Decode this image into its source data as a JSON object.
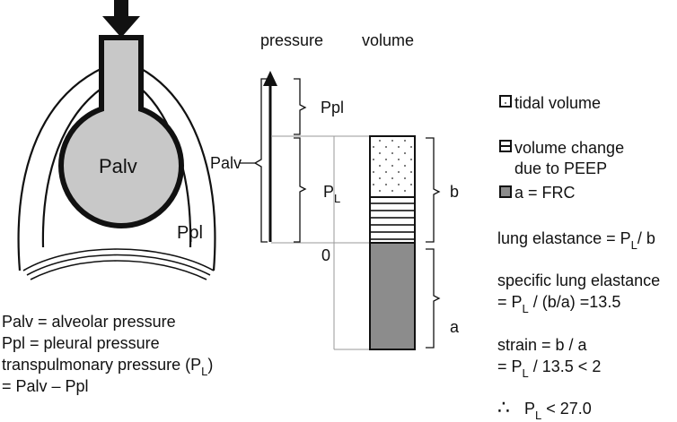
{
  "lung": {
    "alveolus_label": "Palv",
    "pleural_label": "Ppl"
  },
  "column_headers": {
    "pressure": "pressure",
    "volume": "volume"
  },
  "pressure_axis": {
    "zero_label": "0",
    "ppl_bracket": "Ppl",
    "pl_bracket_main": "P",
    "pl_bracket_sub": "L",
    "palv_bracket": "Palv"
  },
  "volume_brackets": {
    "b": "b",
    "a": "a"
  },
  "legend": [
    {
      "key": "tidal",
      "icon": "dotted-square-icon",
      "line1": "tidal volume",
      "line2": ""
    },
    {
      "key": "peep",
      "icon": "striped-square-icon",
      "line1": "volume change",
      "line2": "due to PEEP"
    },
    {
      "key": "frc",
      "icon": "gray-square-icon",
      "line1": "a = FRC",
      "line2": ""
    }
  ],
  "equations": {
    "lung_elastance_pre": "lung elastance = P",
    "lung_elastance_sub": "L",
    "lung_elastance_post": "/ b",
    "specific_title": "specific lung elastance",
    "specific_pre": "= P",
    "specific_sub": "L",
    "specific_post": " / (b/a) =13.5",
    "strain_title": "strain = b / a",
    "strain_pre": "= P",
    "strain_sub": "L",
    "strain_post": " / 13.5 < 2",
    "therefore_symbol": "∴",
    "result_pre": "P",
    "result_sub": "L",
    "result_post": " < 27.0"
  },
  "definitions": {
    "line1": "Palv = alveolar pressure",
    "line2": "Ppl = pleural pressure",
    "line3_pre": "transpulmonary pressure (P",
    "line3_sub": "L",
    "line3_post": ")",
    "line4": "= Palv – Ppl"
  },
  "colors": {
    "alveolus_fill": "#c8c8c8",
    "frc_fill": "#8c8c8c",
    "stroke": "#111111"
  }
}
